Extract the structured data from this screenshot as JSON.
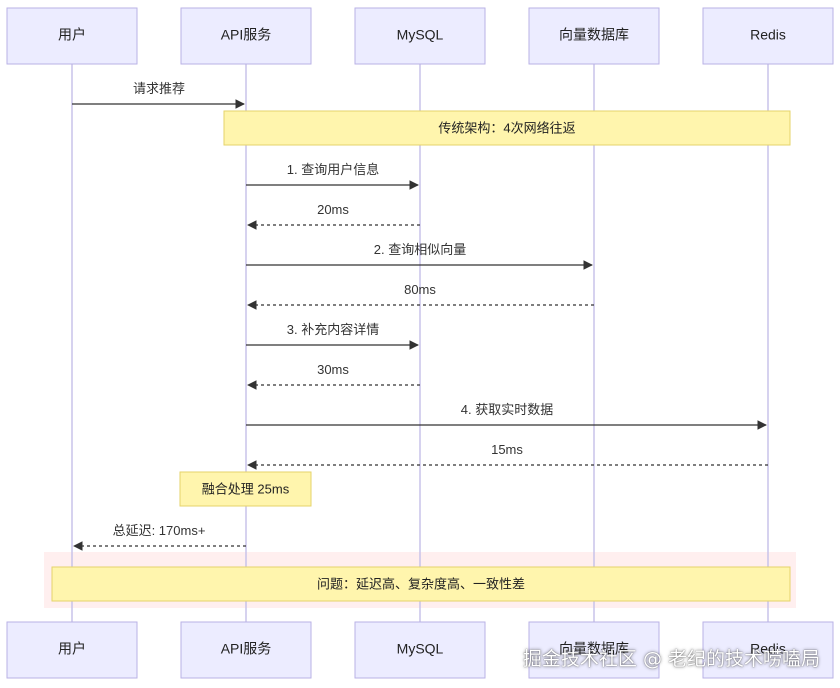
{
  "participants": [
    {
      "id": "user",
      "label": "用户"
    },
    {
      "id": "api",
      "label": "API服务"
    },
    {
      "id": "mysql",
      "label": "MySQL"
    },
    {
      "id": "vector",
      "label": "向量数据库"
    },
    {
      "id": "redis",
      "label": "Redis"
    }
  ],
  "messages": [
    {
      "from": "user",
      "to": "api",
      "label": "请求推荐",
      "dashed": false
    },
    {
      "from": "api",
      "to": "mysql",
      "label": "1. 查询用户信息",
      "dashed": false
    },
    {
      "from": "mysql",
      "to": "api",
      "label": "20ms",
      "dashed": true
    },
    {
      "from": "api",
      "to": "vector",
      "label": "2. 查询相似向量",
      "dashed": false
    },
    {
      "from": "vector",
      "to": "api",
      "label": "80ms",
      "dashed": true
    },
    {
      "from": "api",
      "to": "mysql",
      "label": "3. 补充内容详情",
      "dashed": false
    },
    {
      "from": "mysql",
      "to": "api",
      "label": "30ms",
      "dashed": true
    },
    {
      "from": "api",
      "to": "redis",
      "label": "4. 获取实时数据",
      "dashed": false
    },
    {
      "from": "redis",
      "to": "api",
      "label": "15ms",
      "dashed": true
    },
    {
      "from": "api",
      "to": "user",
      "label": "总延迟: 170ms+",
      "dashed": true
    }
  ],
  "notes": {
    "architecture": "传统架构：4次网络往返",
    "fusion": "融合处理 25ms",
    "problem": "问题：延迟高、复杂度高、一致性差"
  },
  "colors": {
    "actor_fill": "#ECECFF",
    "actor_stroke": "#B9B2E6",
    "note_fill": "#FFF5AD",
    "highlight_fill": "#FFEFEF"
  },
  "watermark": "掘金技术社区 @ 老纪的技术唠嗑局"
}
